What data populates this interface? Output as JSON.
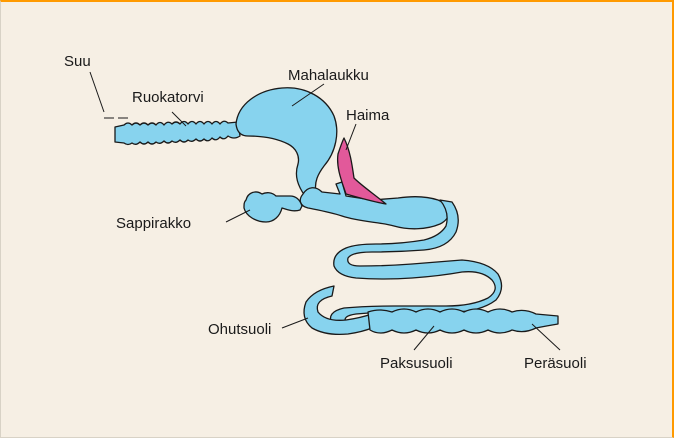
{
  "labels": {
    "mouth": "Suu",
    "esophagus": "Ruokatorvi",
    "stomach": "Mahalaukku",
    "pancreas": "Haima",
    "gallbladder": "Sappirakko",
    "small_intestine": "Ohutsuoli",
    "large_intestine": "Paksusuoli",
    "rectum": "Peräsuoli"
  },
  "colors": {
    "organ_fill": "#87d3ee",
    "pancreas_fill": "#e2599a",
    "background": "#f6efe4",
    "accent_border": "#ff9a00"
  }
}
